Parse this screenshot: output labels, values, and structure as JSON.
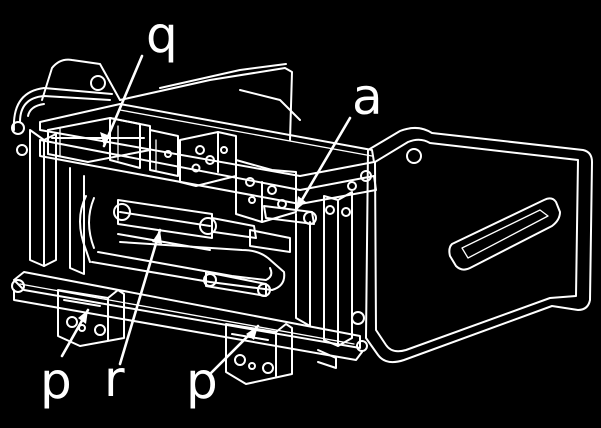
{
  "background_color": "#000000",
  "line_color": "#ffffff",
  "callouts": {
    "q": "q",
    "a": "a",
    "p_left": "p",
    "r": "r",
    "p_right": "p"
  }
}
